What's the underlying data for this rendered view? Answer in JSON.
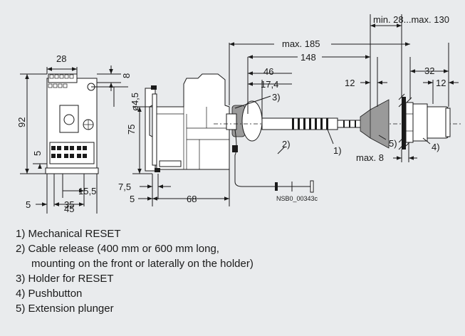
{
  "dimensions": {
    "d28_top": "28",
    "d8": "8",
    "d92": "92",
    "d5_left": "5",
    "d4_5": "ø4,5",
    "d15_5": "15,5",
    "d5_bottom": "5",
    "d35": "35",
    "d45": "45",
    "d75": "75",
    "d7_5": "7,5",
    "d5_mid": "5",
    "d68": "68",
    "d46": "46",
    "d17_4": "17,4",
    "dmax185": "max. 185",
    "d148": "148",
    "dmin28max130": "min. 28...max. 130",
    "d12_left": "12",
    "d32": "32",
    "d12_right": "12",
    "dmax8": "max. 8"
  },
  "callouts": {
    "c1": "1)",
    "c2": "2)",
    "c3": "3)",
    "c4": "4)",
    "c5": "5)"
  },
  "drawing_code": "NSB0_00343c",
  "legend": [
    {
      "text": "1) Mechanical RESET"
    },
    {
      "text": "2) Cable release (400 mm or 600 mm long,",
      "continuation": "mounting on the front or laterally on the holder)"
    },
    {
      "text": "3) Holder for RESET"
    },
    {
      "text": "4) Pushbutton"
    },
    {
      "text": "5) Extension plunger"
    }
  ]
}
